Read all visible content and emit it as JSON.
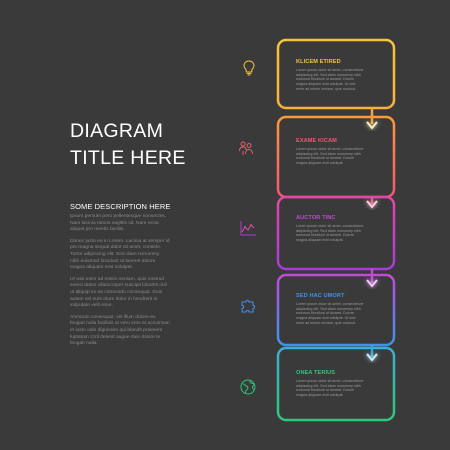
{
  "title": {
    "line1": "DIAGRAM",
    "line2": "TITLE HERE"
  },
  "subtitle": "SOME DESCRIPTION HERE",
  "description": [
    "Ipsum persum pero pellentesque nonsectes. Nam lacinia ratoris sagittis sit. Nam recta aliquet pro mentis facilisi.",
    "Donec justo eu in Lorem. Lacinia at semper id pro magna sequat dolor sit amet, conselo. Tortor adipiscing elit. Sed diam nonummy nibh euismod tincidunt ut laoreet dolore magna aliquam erat volutpat.",
    "Ut wisi enim ad minim veniam, quis nostrud exerci tation ullamcorper suscipit lobortis nisl ut aliquip ex ea commodo consequat. Duis autem vel eum iriure dolor in hendrerit in vulputate velit esse.",
    "Ammodo consequat, vel illum dolore eu feugiat nulla facilisis at vero eros et accumsan et iusto odio dignissim qui blandit praesent luptatum zzril delenit augue duis dolore te feugait nulla."
  ],
  "steps": [
    {
      "title": "KLICEM ETIRED",
      "body": "Lorem ipsum dolor sit amet, consectetuer adipiscing elit. Sed diam nonummy nibh euismod tincidunt ut laoreet. Dolore magna aliquam erat volutpat. Ut wisi enim ad minim veniam, quis nostrud.",
      "icon": "lightbulb-icon",
      "color": "#f6c53a"
    },
    {
      "title": "EXAME KICAM",
      "body": "Lorem ipsum dolor sit amet, consectetuer adipiscing elit. Sed diam nonummy nibh euismod tincidunt ut laoreet. Dolore magna aliquam erat volutpat.",
      "icon": "people-icon",
      "color": "#f5576f"
    },
    {
      "title": "AUCTOR TINC",
      "body": "Lorem ipsum dolor sit amet, consectetuer adipiscing elit. Sed diam nonummy nibh euismod tincidunt ut laoreet. Dolore magna aliquam erat volutpat.",
      "icon": "chart-icon",
      "color": "#b03bd6"
    },
    {
      "title": "SED HAC UMORT",
      "body": "Lorem ipsum dolor sit amet, consectetuer adipiscing elit. Sed diam nonummy nibh euismod tincidunt ut laoreet. Dolore magna aliquam erat volutpat. Ut wisi enim ad minim veniam, quis nostrud.",
      "icon": "puzzle-icon",
      "color": "#3f92ee"
    },
    {
      "title": "ONEA TERIUS",
      "body": "Lorem ipsum dolor sit amet, consectetuer adipiscing elit. Sed diam nonummy nibh euismod tincidunt ut laoreet. Dolore magna aliquam erat volutpat.",
      "icon": "globe-icon",
      "color": "#2fc77a"
    }
  ]
}
